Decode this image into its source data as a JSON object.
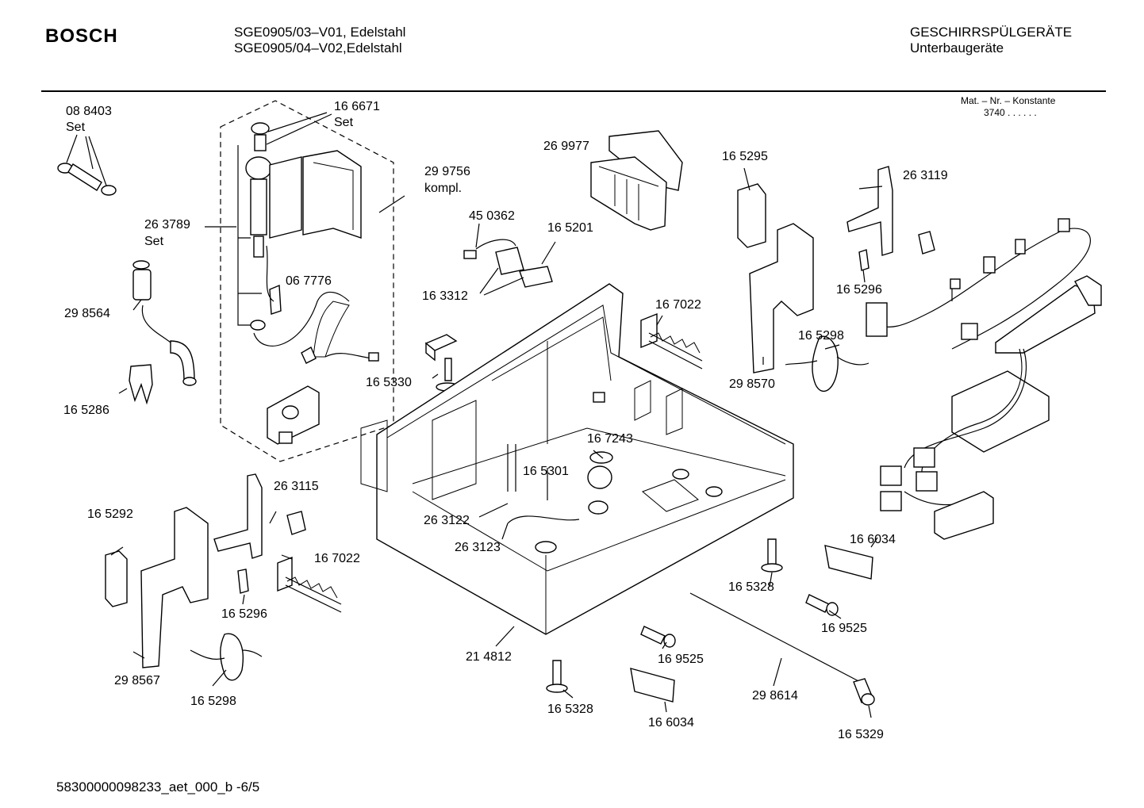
{
  "header": {
    "brand": "BOSCH",
    "models": [
      "SGE0905/03–V01, Edelstahl",
      "SGE0905/04–V02,Edelstahl"
    ],
    "category": "GESCHIRRSPÜLGERÄTE",
    "subcategory": "Unterbaugeräte",
    "mat_label": "Mat. – Nr. – Konstante",
    "mat_value": "3740  .  .  .  .  .  ."
  },
  "footer": {
    "doc_id": "58300000098233_aet_000_b  -6/5"
  },
  "parts": [
    {
      "id": "p1",
      "label": "08 8403",
      "sub": "Set"
    },
    {
      "id": "p2",
      "label": "16 6671",
      "sub": "Set"
    },
    {
      "id": "p3",
      "label": "29 9756",
      "sub": "kompl."
    },
    {
      "id": "p4",
      "label": "26 3789",
      "sub": "Set"
    },
    {
      "id": "p5",
      "label": "06 7776"
    },
    {
      "id": "p6",
      "label": "29 8564"
    },
    {
      "id": "p7",
      "label": "16 5286"
    },
    {
      "id": "p8",
      "label": "26 9977"
    },
    {
      "id": "p9",
      "label": "45 0362"
    },
    {
      "id": "p10",
      "label": "16 5201"
    },
    {
      "id": "p11",
      "label": "16 3312"
    },
    {
      "id": "p12",
      "label": "16 5295"
    },
    {
      "id": "p13",
      "label": "26 3119"
    },
    {
      "id": "p14",
      "label": "16 5296"
    },
    {
      "id": "p15",
      "label": "16 7022"
    },
    {
      "id": "p16",
      "label": "16 5298"
    },
    {
      "id": "p17",
      "label": "16 5330"
    },
    {
      "id": "p18",
      "label": "29 8570"
    },
    {
      "id": "p19",
      "label": "16 7243"
    },
    {
      "id": "p20",
      "label": "16 5301"
    },
    {
      "id": "p21",
      "label": "26 3115"
    },
    {
      "id": "p22",
      "label": "16 5292"
    },
    {
      "id": "p23",
      "label": "26 3122"
    },
    {
      "id": "p24",
      "label": "26 3123"
    },
    {
      "id": "p25",
      "label": "16 7022"
    },
    {
      "id": "p26",
      "label": "16 5296"
    },
    {
      "id": "p27",
      "label": "16 6034"
    },
    {
      "id": "p28",
      "label": "16 5328"
    },
    {
      "id": "p29",
      "label": "16 9525"
    },
    {
      "id": "p30",
      "label": "29 8567"
    },
    {
      "id": "p31",
      "label": "16 5298"
    },
    {
      "id": "p32",
      "label": "21 4812"
    },
    {
      "id": "p33",
      "label": "16 9525"
    },
    {
      "id": "p34",
      "label": "29 8614"
    },
    {
      "id": "p35",
      "label": "16 5328"
    },
    {
      "id": "p36",
      "label": "16 6034"
    },
    {
      "id": "p37",
      "label": "16 5329"
    }
  ]
}
